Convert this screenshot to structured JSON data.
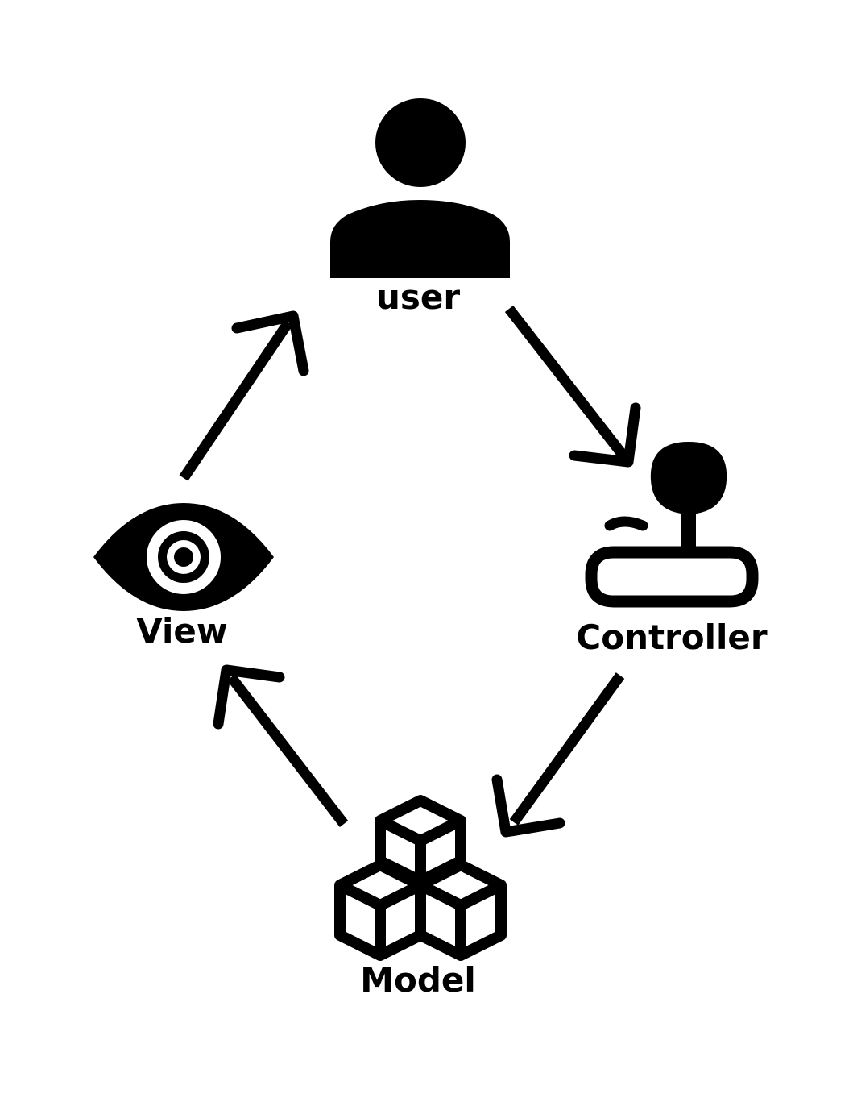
{
  "diagram": {
    "nodes": {
      "user": {
        "label": "user",
        "icon": "user-icon"
      },
      "controller": {
        "label": "Controller",
        "icon": "joystick-icon"
      },
      "model": {
        "label": "Model",
        "icon": "cubes-icon"
      },
      "view": {
        "label": "View",
        "icon": "eye-icon"
      }
    },
    "edges": [
      {
        "from": "user",
        "to": "Controller"
      },
      {
        "from": "Controller",
        "to": "Model"
      },
      {
        "from": "Model",
        "to": "View"
      },
      {
        "from": "View",
        "to": "user"
      }
    ],
    "colors": {
      "foreground": "#000000",
      "background": "#ffffff"
    }
  }
}
